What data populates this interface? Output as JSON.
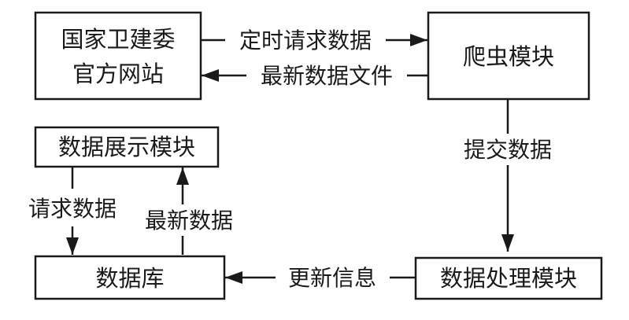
{
  "nodes": {
    "nhc": {
      "line1": "国家卫建委",
      "line2": "官方网站"
    },
    "crawler": {
      "label": "爬虫模块"
    },
    "display": {
      "label": "数据展示模块"
    },
    "processing": {
      "label": "数据处理模块"
    },
    "database": {
      "label": "数据库"
    }
  },
  "edges": {
    "request_timed": {
      "label": "定时请求数据"
    },
    "latest_file": {
      "label": "最新数据文件"
    },
    "submit": {
      "label": "提交数据"
    },
    "update": {
      "label": "更新信息"
    },
    "request": {
      "label": "请求数据"
    },
    "latest": {
      "label": "最新数据"
    }
  }
}
